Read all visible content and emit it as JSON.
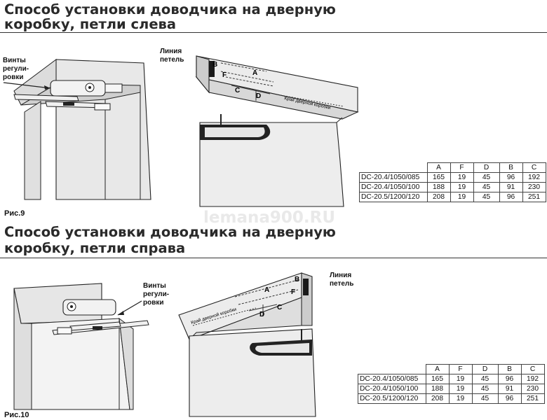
{
  "section_left": {
    "title_line1": "Способ установки доводчика на дверную",
    "title_line2": "коробку, петли слева",
    "screws_label": "Винты\nрегули-\nровки",
    "hinge_line_label": "Линия\nпетель",
    "frame_edge_text": "Край дверной коробки",
    "dim_labels": [
      "B",
      "A",
      "F",
      "C",
      "D"
    ],
    "figure_caption": "Рис.9"
  },
  "section_right": {
    "title_line1": "Способ установки доводчика на дверную",
    "title_line2": "коробку, петли справа",
    "screws_label": "Винты\nрегули-\nровки",
    "hinge_line_label": "Линия\nпетель",
    "frame_edge_text": "Край дверной коробки",
    "dim_labels": [
      "B",
      "A",
      "F",
      "C",
      "D"
    ],
    "figure_caption": "Рис.10"
  },
  "dimension_table": {
    "headers": [
      "A",
      "F",
      "D",
      "B",
      "C"
    ],
    "rows": [
      {
        "model": "DC-20.4/1050/085",
        "A": "165",
        "F": "19",
        "D": "45",
        "B": "96",
        "C": "192"
      },
      {
        "model": "DC-20.4/1050/100",
        "A": "188",
        "F": "19",
        "D": "45",
        "B": "91",
        "C": "230"
      },
      {
        "model": "DC-20.5/1200/120",
        "A": "208",
        "F": "19",
        "D": "45",
        "B": "96",
        "C": "251"
      }
    ]
  },
  "watermark": "lemana900.RU",
  "colors": {
    "line": "#222222",
    "panel": "#e6e6e6",
    "panel_dark": "#cfcfcf",
    "rule": "#333333"
  }
}
